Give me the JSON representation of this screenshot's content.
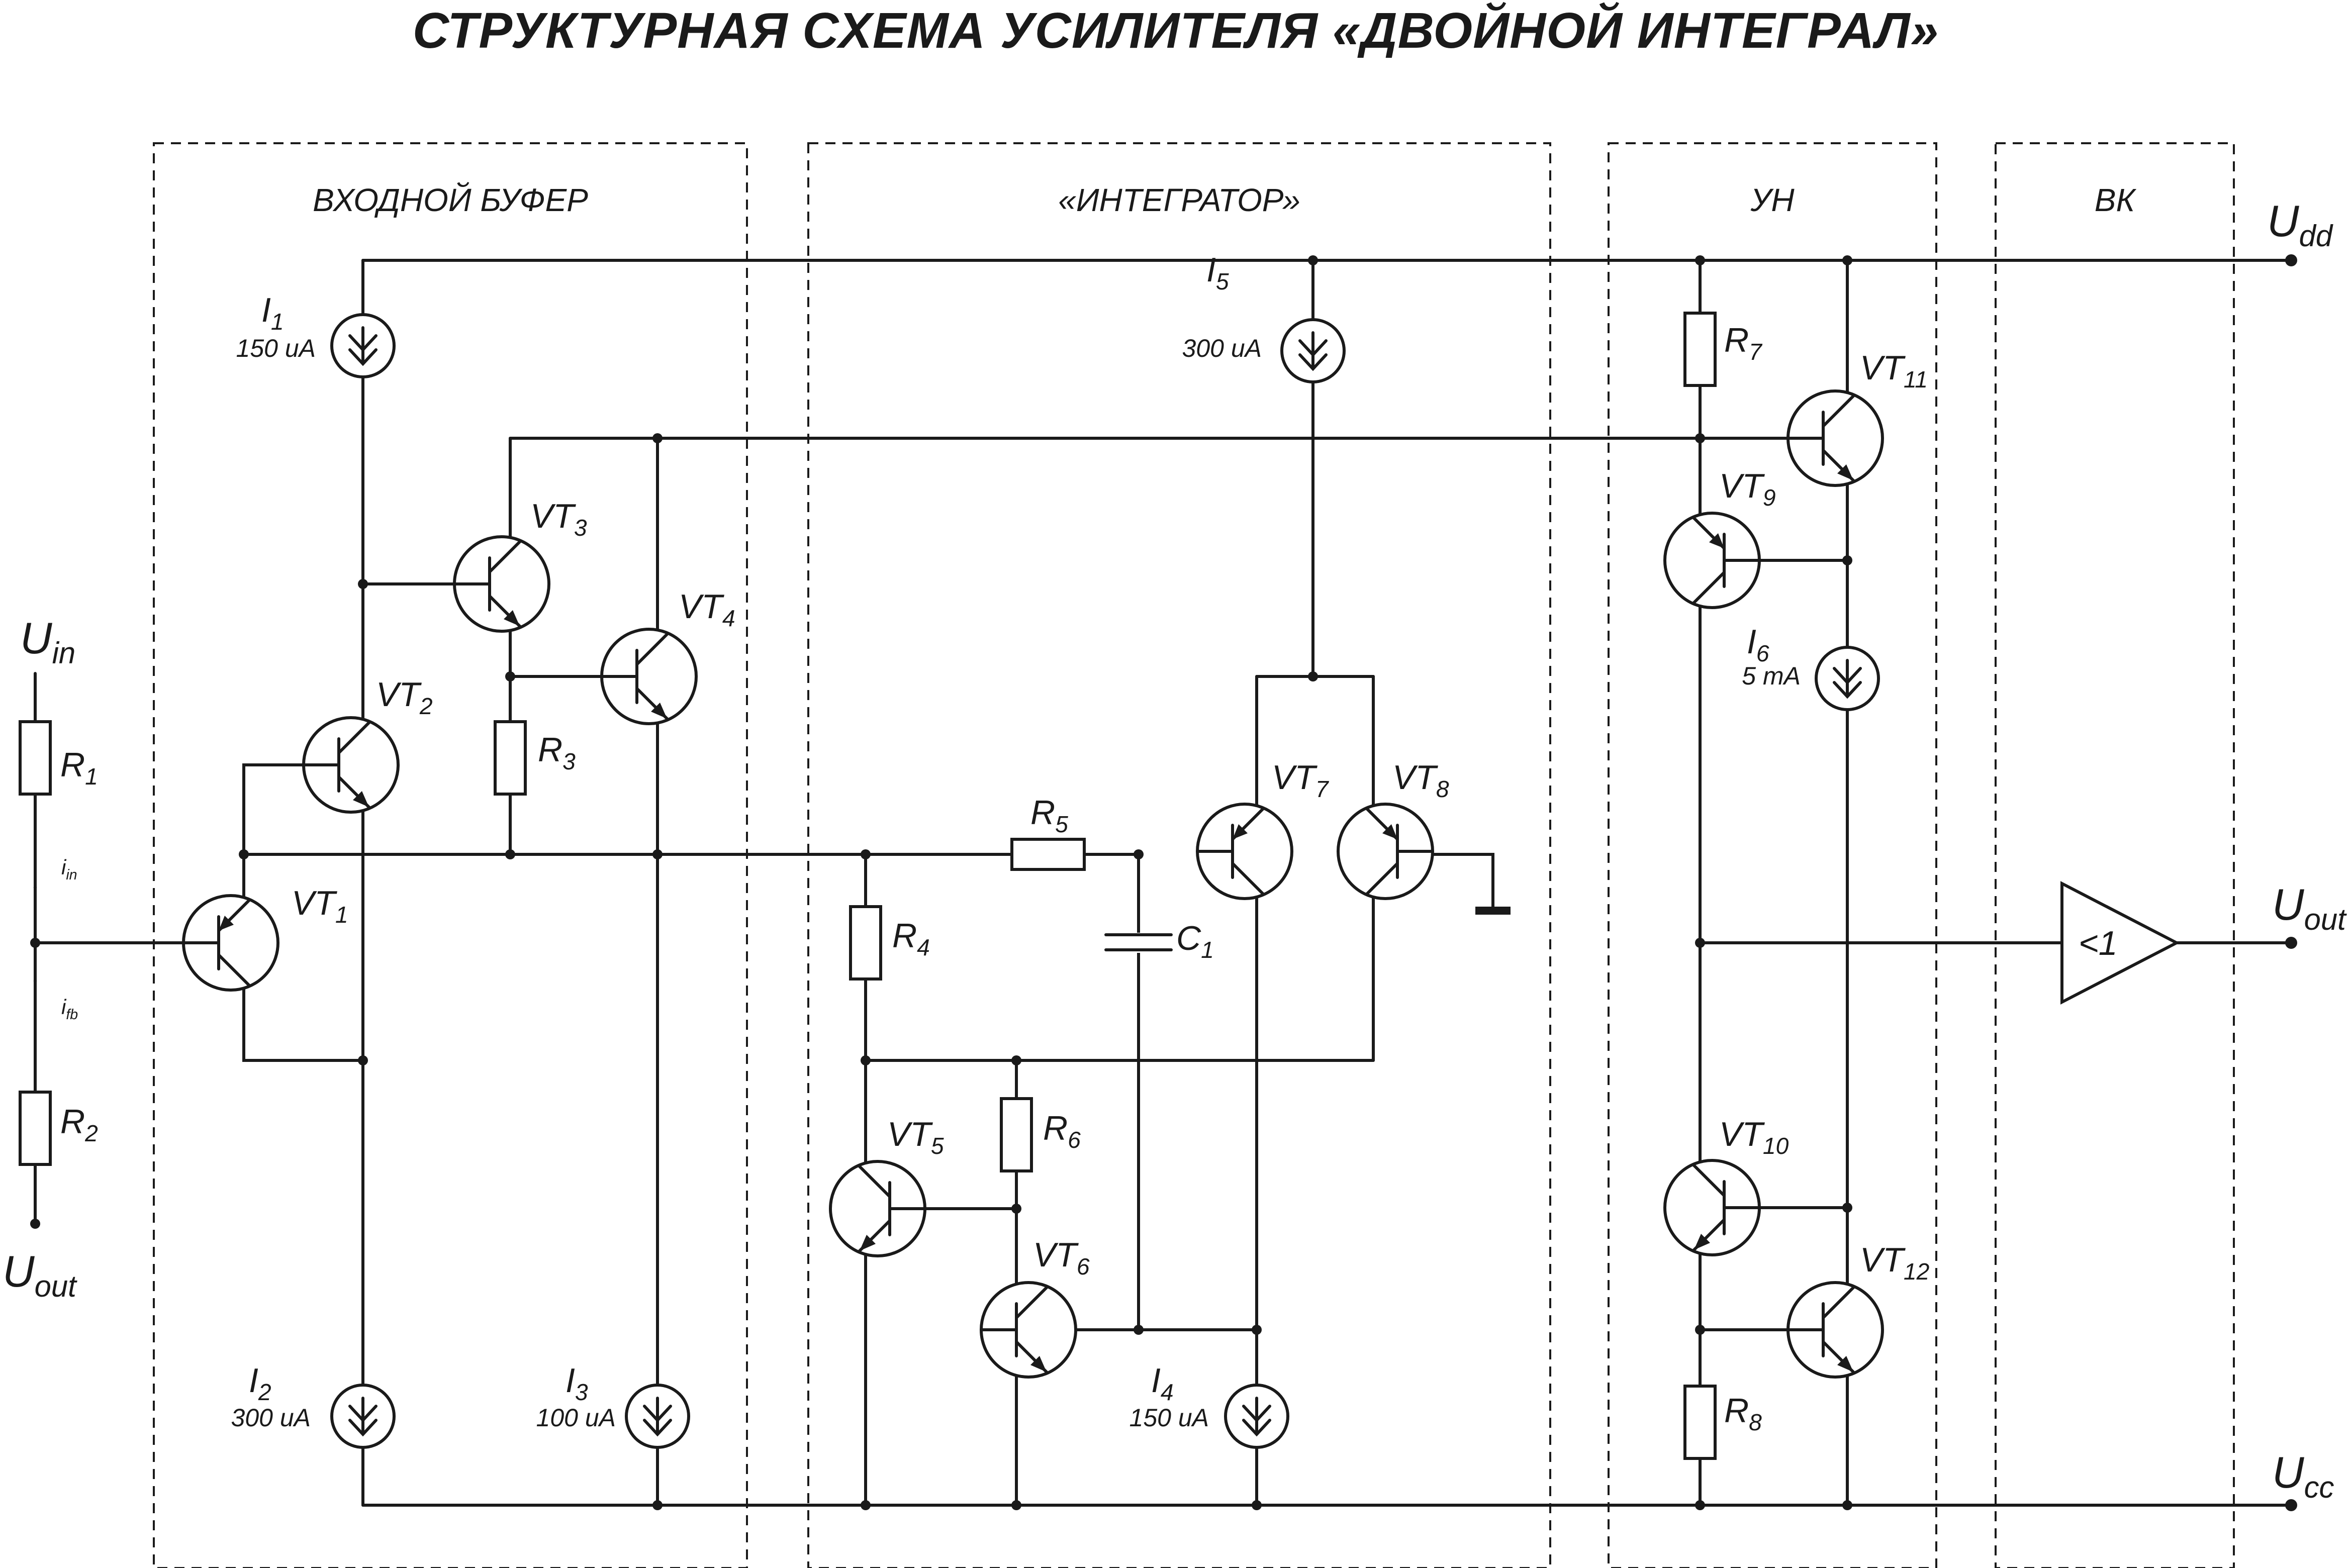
{
  "title": "СТРУКТУРНАЯ СХЕМА УСИЛИТЕЛЯ «ДВОЙНОЙ ИНТЕГРАЛ»",
  "blocks": {
    "input_buffer": "ВХОДНОЙ БУФЕР",
    "integrator": "«ИНТЕГРАТОР»",
    "voltage_amp": "УН",
    "output_stage": "ВК"
  },
  "ports": {
    "u": "U",
    "in_sub": "in",
    "out_sub": "out",
    "dd_sub": "dd",
    "cc_sub": "cc"
  },
  "currents": {
    "i": "i",
    "in_sub": "in",
    "fb_sub": "fb"
  },
  "prefix": {
    "resistor": "R",
    "transistor": "VT",
    "source": "I",
    "capacitor": "C"
  },
  "indices": {
    "r1": "1",
    "r2": "2",
    "r3": "3",
    "r4": "4",
    "r5": "5",
    "r6": "6",
    "r7": "7",
    "r8": "8",
    "c1": "1",
    "vt1": "1",
    "vt2": "2",
    "vt3": "3",
    "vt4": "4",
    "vt5": "5",
    "vt6": "6",
    "vt7": "7",
    "vt8": "8",
    "vt9": "9",
    "vt10": "10",
    "vt11": "11",
    "vt12": "12",
    "i1": "1",
    "i2": "2",
    "i3": "3",
    "i4": "4",
    "i5": "5",
    "i6": "6"
  },
  "values": {
    "i1": "150 uA",
    "i2": "300 uA",
    "i3": "100 uA",
    "i4": "150 uA",
    "i5": "300 uA",
    "i6": "5 mA"
  },
  "buffer_label": "<1",
  "colors": {
    "ink": "#1a1a1a",
    "background": "#ffffff"
  }
}
